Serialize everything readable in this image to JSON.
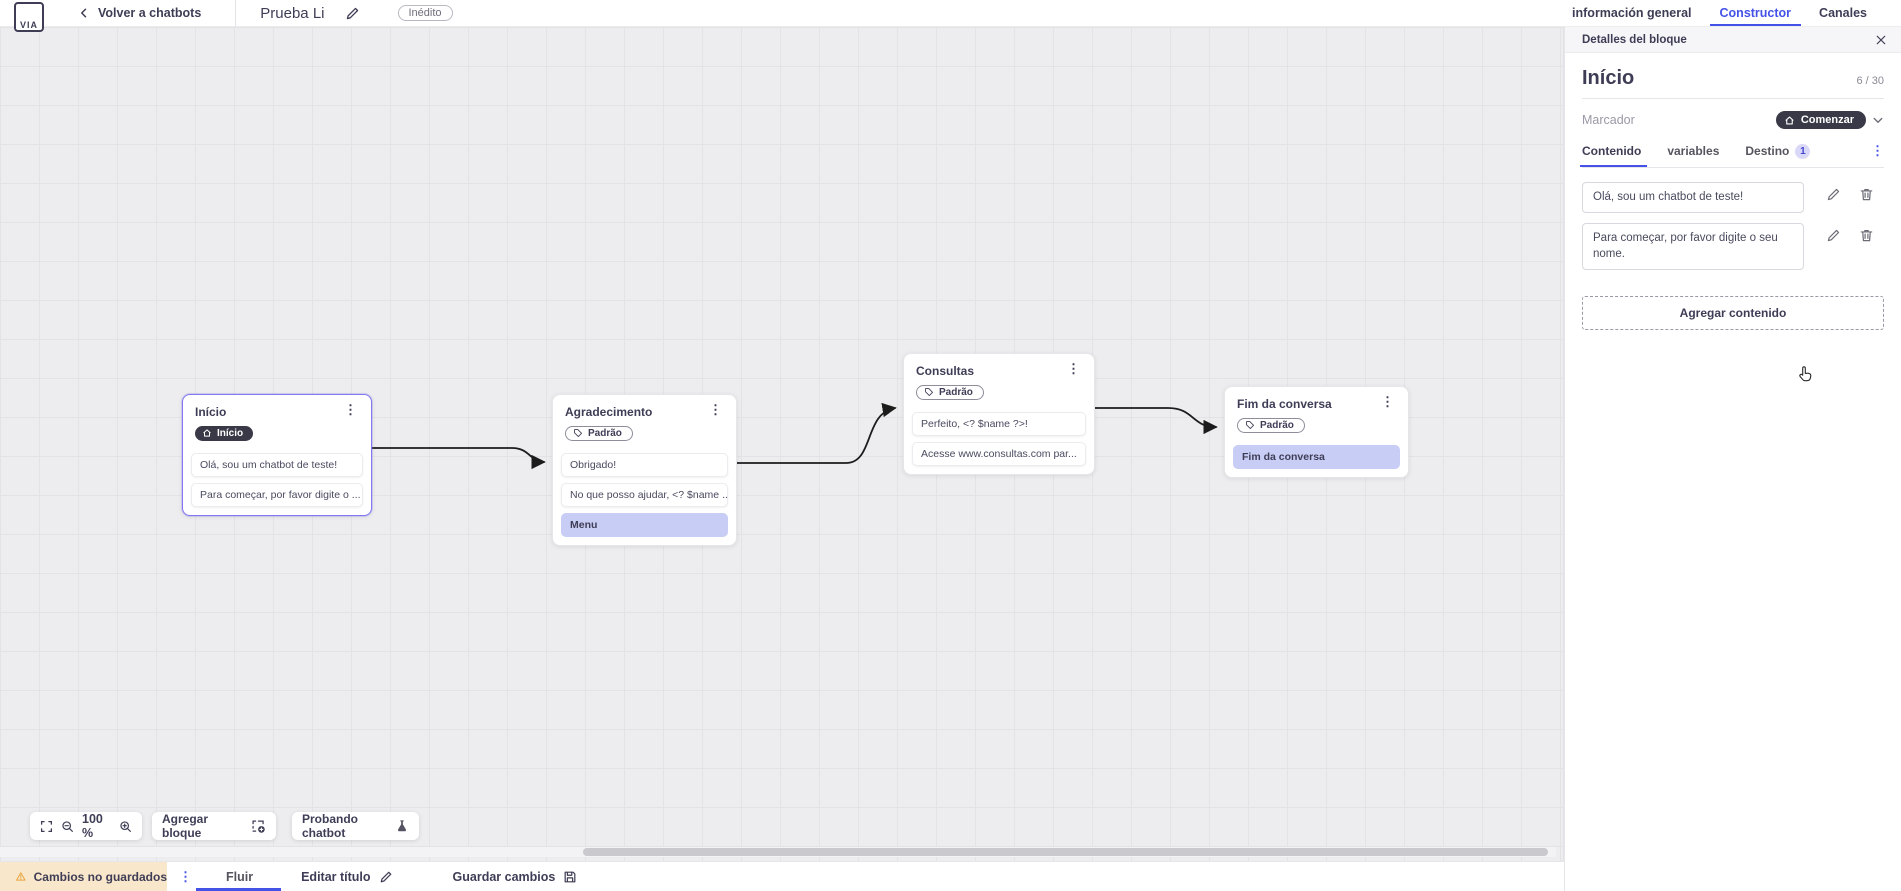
{
  "header": {
    "back_label": "Volver a chatbots",
    "title": "Prueba Li",
    "status_badge": "Inédito",
    "tabs": [
      {
        "label": "información general",
        "active": false
      },
      {
        "label": "Constructor",
        "active": true
      },
      {
        "label": "Canales",
        "active": false
      }
    ]
  },
  "canvas": {
    "zoom_level": "100 %",
    "toolbar": {
      "add_block_label": "Agregar bloque",
      "test_chatbot_label": "Probando chatbot"
    },
    "nodes": [
      {
        "title": "Início",
        "pill": "Início",
        "selected": true,
        "items": [
          {
            "text": "Olá, sou um chatbot de teste!",
            "highlight": false
          },
          {
            "text": "Para começar, por favor digite o ...",
            "highlight": false
          }
        ]
      },
      {
        "title": "Agradecimento",
        "pill": "Padrão",
        "selected": false,
        "items": [
          {
            "text": "Obrigado!",
            "highlight": false
          },
          {
            "text": "No que posso ajudar, <? $name ...",
            "highlight": false
          },
          {
            "text": "Menu",
            "highlight": true
          }
        ]
      },
      {
        "title": "Consultas",
        "pill": "Padrão",
        "selected": false,
        "items": [
          {
            "text": "Perfeito, <? $name ?>!",
            "highlight": false
          },
          {
            "text": "Acesse www.consultas.com par...",
            "highlight": false
          }
        ]
      },
      {
        "title": "Fim da conversa",
        "pill": "Padrão",
        "selected": false,
        "items": [
          {
            "text": "Fim da conversa",
            "highlight": true
          }
        ]
      }
    ]
  },
  "panel": {
    "header": "Detalles del bloque",
    "block_title": "Início",
    "char_counter": "6 / 30",
    "marker_label": "Marcador",
    "marker_value": "Comenzar",
    "tabs": [
      {
        "label": "Contenido",
        "active": true
      },
      {
        "label": "variables",
        "active": false
      },
      {
        "label": "Destino",
        "active": false,
        "badge": "1"
      }
    ],
    "contents": [
      "Olá, sou um chatbot de teste!",
      "Para começar, por favor digite o seu nome."
    ],
    "add_content_label": "Agregar contenido"
  },
  "footer": {
    "unsaved_label": "Cambios no guardados",
    "flow_tab": "Fluir",
    "edit_title_label": "Editar título",
    "save_label": "Guardar cambios"
  },
  "colors": {
    "accent_blue": "#4452e8",
    "dark_text": "#3f3d56",
    "selected_node_border": "#8278f0",
    "highlight_item_bg": "#c7cdf4",
    "dark_pill_bg": "#3a3947",
    "unsaved_chip_bg": "#f9e7cb",
    "warning_icon": "#e8a33d",
    "canvas_bg": "#ededef"
  }
}
